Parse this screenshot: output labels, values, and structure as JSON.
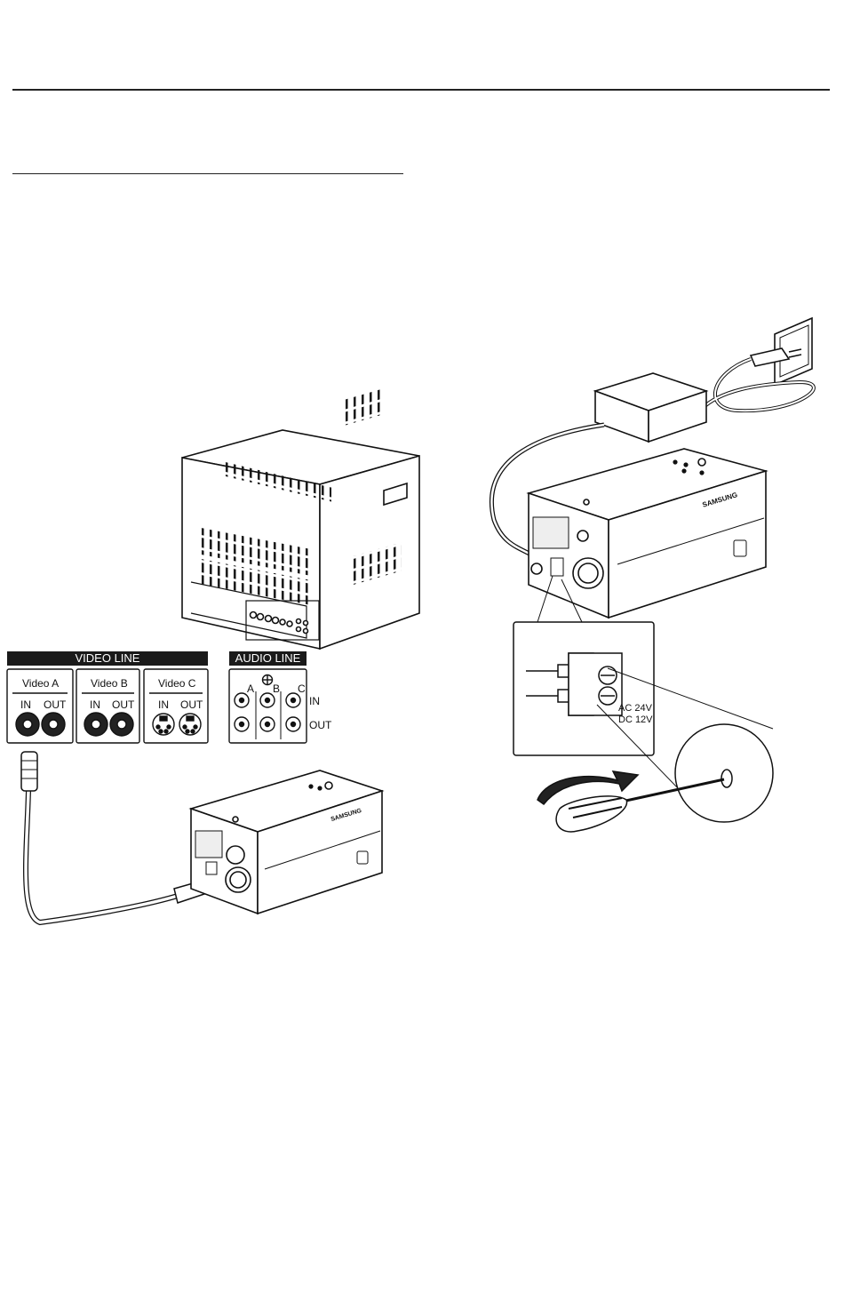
{
  "video_line": {
    "title": "VIDEO LINE",
    "groups": [
      {
        "name": "Video A",
        "in": "IN",
        "out": "OUT"
      },
      {
        "name": "Video B",
        "in": "IN",
        "out": "OUT"
      },
      {
        "name": "Video C",
        "in": "IN",
        "out": "OUT"
      }
    ]
  },
  "audio_line": {
    "title": "AUDIO LINE",
    "channels": [
      "A",
      "B",
      "C"
    ],
    "in": "IN",
    "out": "OUT"
  },
  "power": {
    "ac_label": "AC 24V",
    "dc_label": "DC 12V"
  },
  "brand": {
    "camera_top": "SAMSUNG",
    "camera_bottom": "SAMSUNG"
  }
}
